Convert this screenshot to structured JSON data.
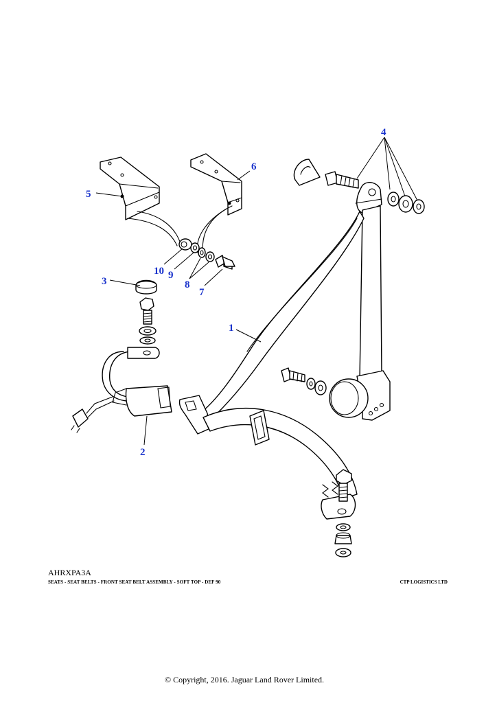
{
  "diagram": {
    "callouts": {
      "c1": "1",
      "c2": "2",
      "c3": "3",
      "c4": "4",
      "c5": "5",
      "c6": "6",
      "c7": "7",
      "c8": "8",
      "c9": "9",
      "c10": "10"
    },
    "callout_color": "#1a33cc",
    "line_color": "#000000"
  },
  "footer": {
    "ref_code": "AHRXPA3A",
    "caption": "SEATS - SEAT BELTS - FRONT SEAT BELT ASSEMBLY - SOFT TOP - DEF 90",
    "supplier": "CTP LOGISTICS LTD",
    "copyright": "© Copyright, 2016. Jaguar Land Rover Limited."
  }
}
